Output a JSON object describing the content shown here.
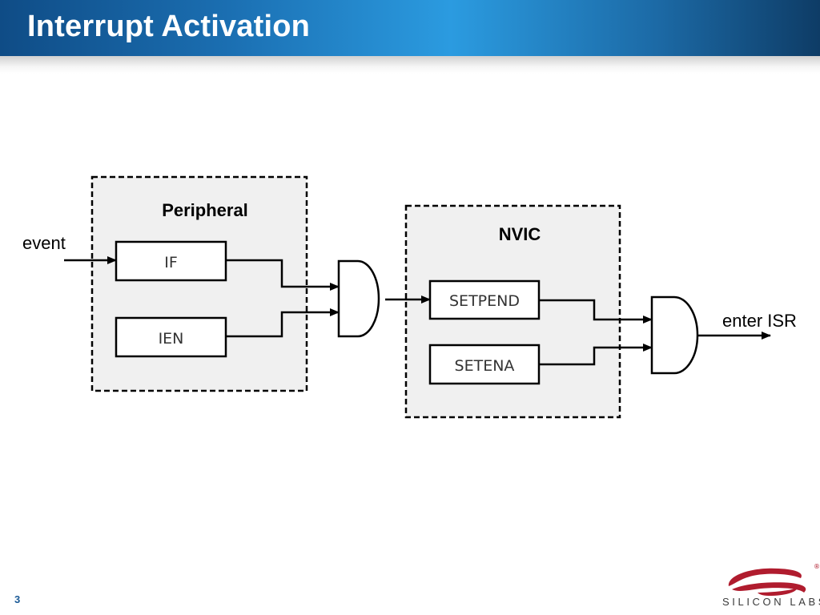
{
  "slide": {
    "title": "Interrupt Activation",
    "page_number": "3"
  },
  "diagram": {
    "peripheral": {
      "label": "Peripheral",
      "registers": [
        "IF",
        "IEN"
      ]
    },
    "nvic": {
      "label": "NVIC",
      "registers": [
        "SETPEND",
        "SETENA"
      ]
    },
    "input_label": "event",
    "output_label": "enter ISR"
  },
  "logo": {
    "text": "SILICON LABS",
    "registered_mark": "®"
  },
  "colors": {
    "title_bar_dark": "#0f4c86",
    "title_bar_light": "#2b9be0",
    "group_fill": "#f0f0f0",
    "logo_red": "#b01c2e"
  }
}
